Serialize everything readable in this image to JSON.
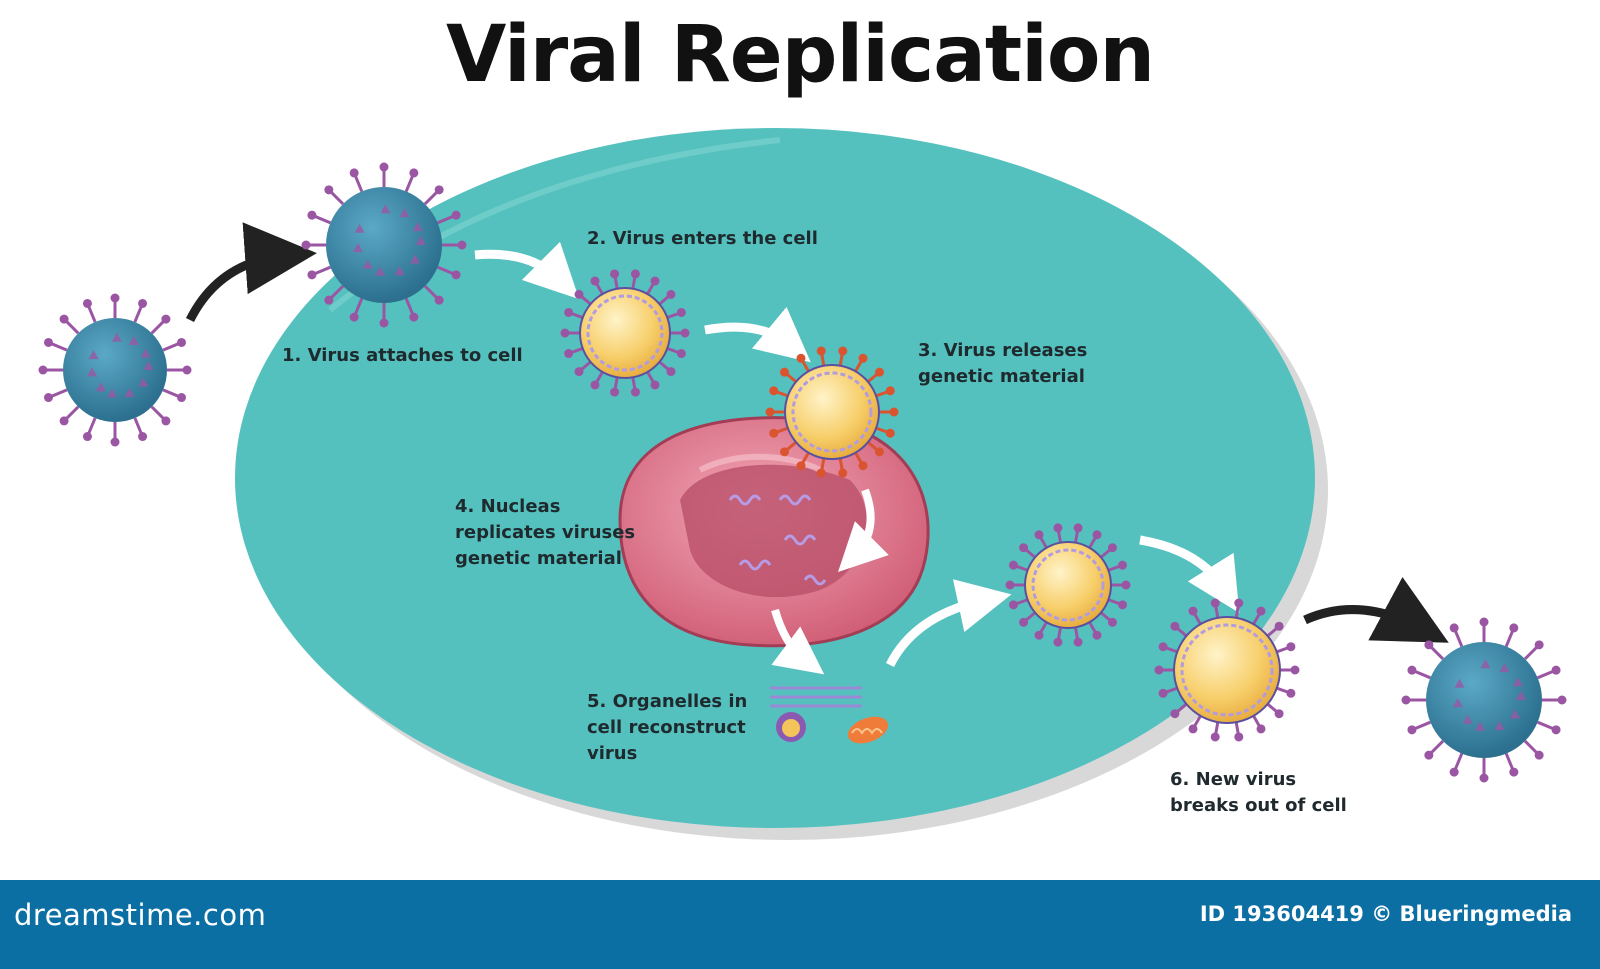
{
  "title": "Viral Replication",
  "steps": {
    "s1": [
      "1. Virus attaches to cell"
    ],
    "s2": [
      "2. Virus enters the cell"
    ],
    "s3": [
      "3. Virus releases",
      "genetic material"
    ],
    "s4": [
      "4. Nucleas",
      "replicates viruses",
      "genetic material"
    ],
    "s5": [
      "5. Organelles in",
      "cell reconstruct",
      "virus"
    ],
    "s6": [
      "6. New virus",
      "breaks out of cell"
    ]
  },
  "footer": {
    "brand": "dreamstime.com",
    "credit": "ID 193604419 © Blueringmedia"
  },
  "colors": {
    "cell": "#55c1bf",
    "cell_dark": "#3aa5a5",
    "nucleus": "#d9657c",
    "nucleus_inner": "#b95069",
    "virus_body": "#3b87a8",
    "spike": "#9b56a3",
    "capsid": "#f4c25a",
    "footer": "#0c6fa4"
  }
}
